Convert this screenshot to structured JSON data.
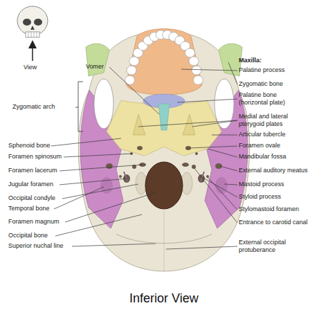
{
  "diagram": {
    "caption": "Inferior View",
    "labels": [
      "View",
      "Vomer",
      "Zygomatic arch",
      "Sphenoid bone",
      "Foramen spinosum",
      "Foramen lacerum",
      "Jugular foramen",
      "Occipital condyle",
      "Temporal bone",
      "Foramen magnum",
      "Occipital bone",
      "Superior nuchal line",
      "Maxilla:",
      "Palatine process",
      "Zygomatic bone",
      "Palatine bone (horizontal plate)",
      "Medial and lateral pterygoid plates",
      "Articular tubercle",
      "Foramen ovale",
      "Mandibular fossa",
      "External auditory meatus",
      "Mastoid process",
      "Styloid process",
      "Stylomastoid foramen",
      "Entrance to carotid canal",
      "External occipital protuberance"
    ]
  }
}
